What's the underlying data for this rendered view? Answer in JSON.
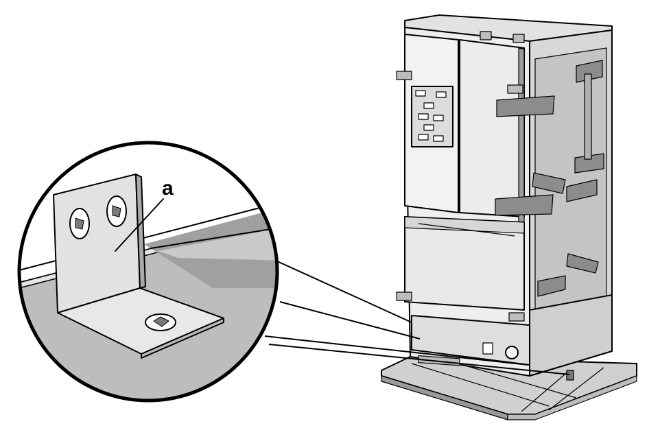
{
  "figure": {
    "callout_label": "a",
    "colors": {
      "line": "#000000",
      "panel_light": "#e6e6e6",
      "panel_mid": "#d2d2d2",
      "panel_dark": "#a8a8a8",
      "tape": "#8c8c8c",
      "background": "#ffffff"
    },
    "parts": [
      "fridge-cabinet",
      "shipping-pallet",
      "tape-strips",
      "magnified-callout",
      "angle-bracket"
    ]
  }
}
